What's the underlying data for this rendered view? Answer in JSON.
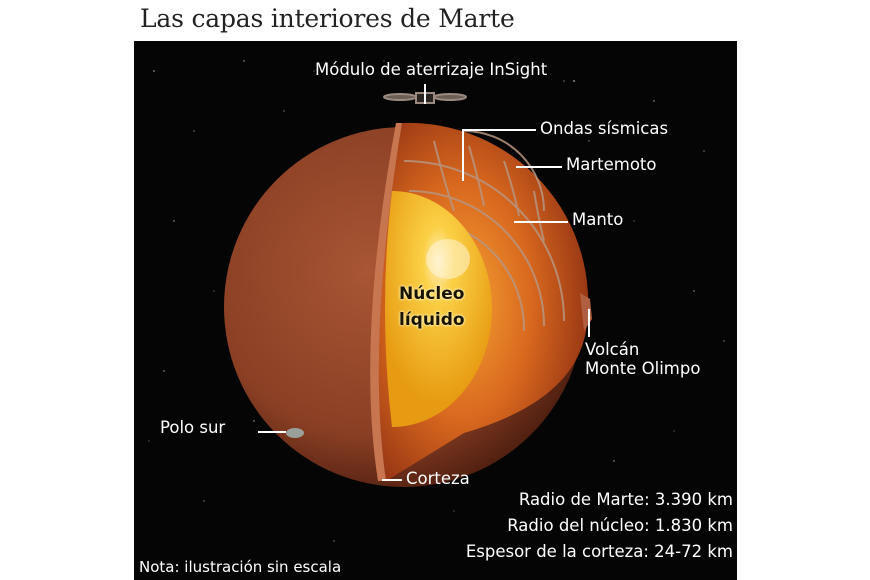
{
  "title": "Las capas interiores de Marte",
  "labels": {
    "lander": "Módulo de aterrizaje InSight",
    "seismic_waves": "Ondas sísmicas",
    "marsquake": "Martemoto",
    "mantle": "Manto",
    "core_line1": "Núcleo",
    "core_line2": "líquido",
    "volcano_line1": "Volcán",
    "volcano_line2": "Monte Olimpo",
    "south_pole": "Polo sur",
    "crust": "Corteza"
  },
  "stats": [
    "Radio de Marte: 3.390 km",
    "Radio del núcleo: 1.830 km",
    "Espesor de la corteza: 24-72 km"
  ],
  "note": "Nota: ilustración sin escala",
  "colors": {
    "background": "#050505",
    "mars_surface": "#9a4a2c",
    "mantle": "#c7541c",
    "core": "#f2b320",
    "label_text": "#ffffff"
  }
}
